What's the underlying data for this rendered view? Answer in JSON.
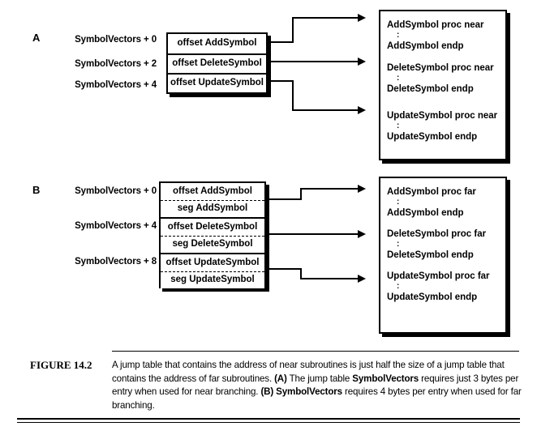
{
  "figure": {
    "label": "FIGURE 14.2",
    "caption_parts": [
      {
        "text": "A jump table that contains the address of near subroutines is just half the size of a jump table that contains the address of far subroutines. ",
        "bold": false
      },
      {
        "text": "(A)",
        "bold": true
      },
      {
        "text": " The jump table ",
        "bold": false
      },
      {
        "text": "SymbolVectors",
        "bold": true
      },
      {
        "text": " requires just 3 bytes per entry when used for near branching. ",
        "bold": false
      },
      {
        "text": "(B) SymbolVectors",
        "bold": true
      },
      {
        "text": " requires 4 bytes per entry when used for far branching.",
        "bold": false
      }
    ]
  },
  "panels": [
    {
      "letter": "A",
      "address_labels": [
        "SymbolVectors + 0",
        "SymbolVectors + 2",
        "SymbolVectors + 4"
      ],
      "table_entries": [
        "offset AddSymbol",
        "offset DeleteSymbol",
        "offset UpdateSymbol"
      ],
      "code_lines": [
        "AddSymbol proc near",
        "AddSymbol endp",
        "DeleteSymbol proc near",
        "DeleteSymbol endp",
        "UpdateSymbol proc near",
        "UpdateSymbol endp"
      ],
      "dots": ":"
    },
    {
      "letter": "B",
      "address_labels": [
        "SymbolVectors + 0",
        "SymbolVectors + 4",
        "SymbolVectors + 8"
      ],
      "table_entries": [
        [
          "offset AddSymbol",
          "seg AddSymbol"
        ],
        [
          "offset DeleteSymbol",
          "seg DeleteSymbol"
        ],
        [
          "offset UpdateSymbol",
          "seg UpdateSymbol"
        ]
      ],
      "code_lines": [
        "AddSymbol proc far",
        "AddSymbol endp",
        "DeleteSymbol proc far",
        "DeleteSymbol endp",
        "UpdateSymbol proc far",
        "UpdateSymbol endp"
      ],
      "dots": ":"
    }
  ],
  "colors": {
    "ink": "#000000",
    "paper": "#ffffff"
  }
}
